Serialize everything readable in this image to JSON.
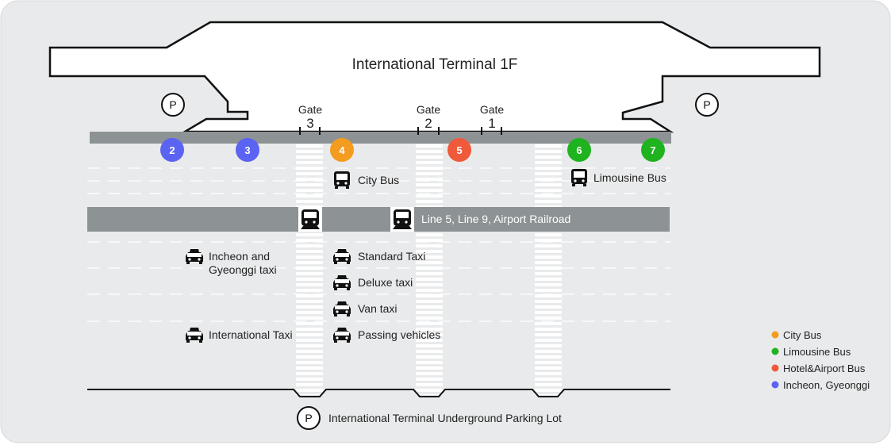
{
  "title": "International Terminal 1F",
  "parking_symbol": "P",
  "gates": [
    {
      "label": "Gate",
      "number": "3"
    },
    {
      "label": "Gate",
      "number": "2"
    },
    {
      "label": "Gate",
      "number": "1"
    }
  ],
  "stops": [
    {
      "number": "2",
      "category": "Incheon, Gyeonggi"
    },
    {
      "number": "3",
      "category": "Incheon, Gyeonggi"
    },
    {
      "number": "4",
      "category": "City Bus"
    },
    {
      "number": "5",
      "category": "Hotel&Airport Bus"
    },
    {
      "number": "6",
      "category": "Limousine Bus"
    },
    {
      "number": "7",
      "category": "Limousine Bus"
    }
  ],
  "bus_labels": {
    "city": "City Bus",
    "limousine": "Limousine Bus"
  },
  "rail_label": "Line 5, Line 9, Airport Railroad",
  "taxis": {
    "incheon_line1": "Incheon and",
    "incheon_line2": "Gyeonggi taxi",
    "international": "International Taxi",
    "standard": "Standard Taxi",
    "deluxe": "Deluxe taxi",
    "van": "Van taxi",
    "passing": "Passing vehicles"
  },
  "parking_lot_label": "International Terminal Underground Parking Lot",
  "legend": [
    {
      "label": "City Bus",
      "color": "#f39c1f"
    },
    {
      "label": "Limousine Bus",
      "color": "#1fb31f"
    },
    {
      "label": "Hotel&Airport Bus",
      "color": "#f0593a"
    },
    {
      "label": "Incheon, Gyeonggi",
      "color": "#5b63f2"
    }
  ],
  "colors": {
    "background": "#e9eaeb",
    "road_bar": "#8d9294",
    "incheon": "#5b63f2",
    "city": "#f39c1f",
    "hotel": "#f0593a",
    "limousine": "#1fb31f"
  }
}
